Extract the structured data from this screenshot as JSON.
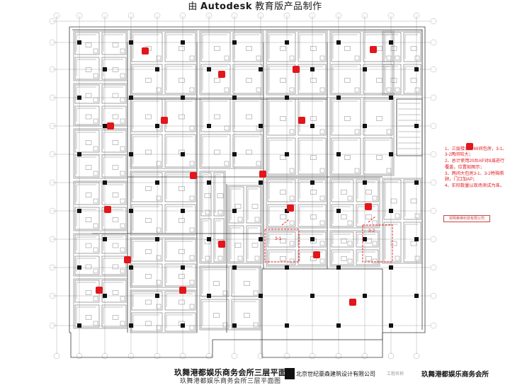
{
  "watermark": {
    "prefix": "由",
    "brand": "Autodesk",
    "suffix": "教育版产品制作"
  },
  "notes": [
    "1、三层楼合计69间包房，3-1、3-2两间较大；",
    "2、总计使用20台AP对8减进行覆盖，位置如图示；",
    "3、两间大包房3-1、3-2特殊照顾，门口加AP；",
    "4、实际数量以现场测试为准。"
  ],
  "stamp": "昆明奥维科技有限公司",
  "room_labels": {
    "r31": "3-1",
    "r32": "3-2"
  },
  "title_block": {
    "drawing_title": "玖舞港都娱乐商务会所三层平面图",
    "drawing_subtitle": "玖舞港都娱乐商务会所三层平面图",
    "company": "北京世纪豪森建筑设计有限公司",
    "small_label": "工程名称",
    "project_name": "玖舞港都娱乐商务会所"
  },
  "colors": {
    "line": "#3a3a3a",
    "ap_marker": "#e2161b",
    "column": "#111111"
  }
}
